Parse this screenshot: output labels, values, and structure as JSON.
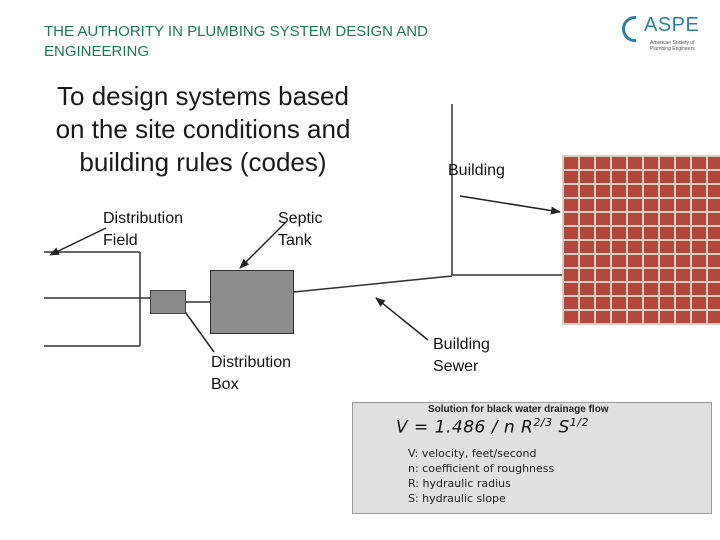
{
  "header": {
    "title_line1": "THE AUTHORITY IN PLUMBING SYSTEM DESIGN AND",
    "title_line2": "ENGINEERING",
    "title_color": "#1e7a55"
  },
  "logo": {
    "brand": "ASPE",
    "tagline_line1": "American Society of",
    "tagline_line2": "Plumbing Engineers",
    "color": "#2f7fa8"
  },
  "subtitle": {
    "line1": "To design systems based",
    "line2": "on the site conditions and",
    "line3": "building rules (codes)"
  },
  "labels": {
    "building": "Building",
    "distribution_field_1": "Distribution",
    "distribution_field_2": "Field",
    "septic_tank_1": "Septic",
    "septic_tank_2": "Tank",
    "distribution_box_1": "Distribution",
    "distribution_box_2": "Box",
    "building_sewer_1": "Building",
    "building_sewer_2": "Sewer"
  },
  "formula": {
    "caption": "Solution for black water drainage flow",
    "lhs": "V = 1.486 / n R",
    "exp1": "2/3",
    "mid": " S",
    "exp2": "1/2",
    "definitions": [
      "V: velocity, feet/second",
      "n: coefficient of roughness",
      "R: hydraulic radius",
      "S: hydraulic slope"
    ]
  },
  "colors": {
    "brick": "#b3473d",
    "mortar": "#d9cfc0",
    "tank": "#8c8c8c",
    "formula_bg": "#e0e0e0"
  }
}
